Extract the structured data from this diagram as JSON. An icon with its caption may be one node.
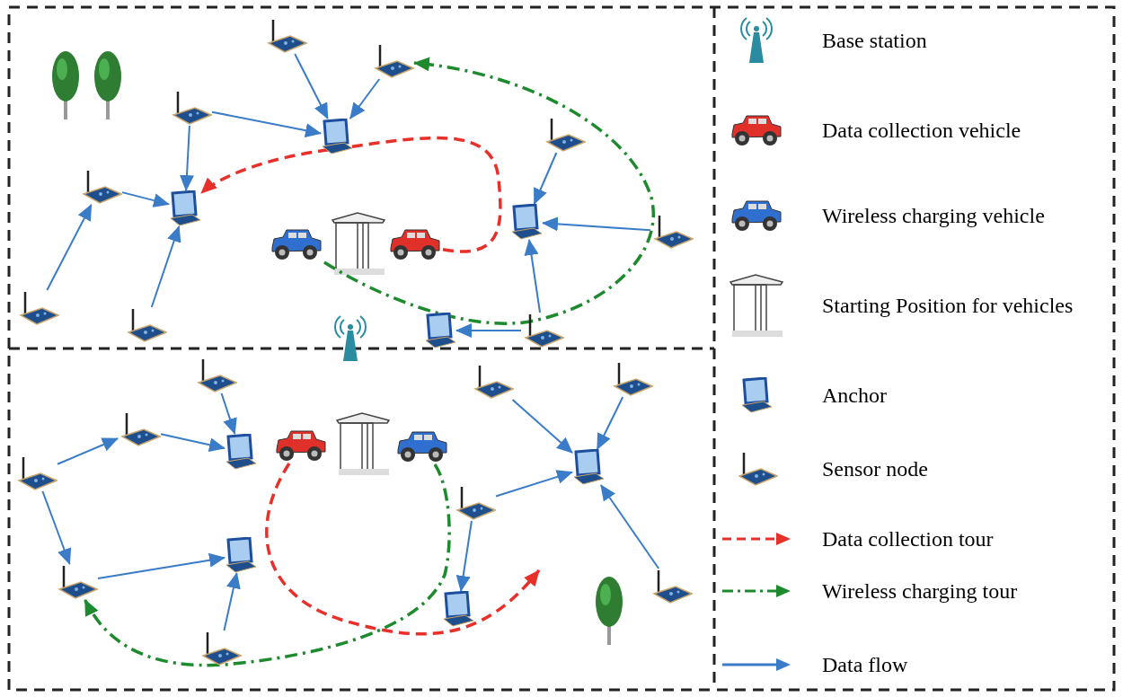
{
  "diagram": {
    "nodes": [
      {
        "text": [],
        "shape": "picture"
      },
      {
        "text": [],
        "shape": "picture"
      },
      {
        "text": [],
        "shape": "picture"
      },
      {
        "text": [],
        "shape": "laptop"
      },
      {
        "text": [],
        "shape": "picture"
      },
      {
        "text": [],
        "shape": "laptop"
      },
      {
        "text": [],
        "shape": "picture"
      },
      {
        "text": [],
        "shape": "picture"
      },
      {
        "text": [],
        "shape": "picture"
      },
      {
        "text": [],
        "shape": "laptop"
      },
      {
        "text": [],
        "shape": "picture"
      },
      {
        "text": [],
        "shape": "picture"
      },
      {
        "text": [],
        "shape": "laptop"
      },
      {
        "text": [],
        "shape": "picture"
      },
      {
        "text": [],
        "shape": "picture"
      },
      {
        "text": [],
        "shape": "picture"
      },
      {
        "text": [],
        "shape": "picture"
      },
      {
        "text": [],
        "shape": "laptop"
      },
      {
        "text": [],
        "shape": "picture"
      },
      {
        "text": [],
        "shape": "picture"
      },
      {
        "text": [],
        "shape": "laptop"
      },
      {
        "text": [],
        "shape": "picture"
      },
      {
        "text": [],
        "shape": "picture"
      },
      {
        "text": [],
        "shape": "picture"
      },
      {
        "text": [],
        "shape": "picture"
      },
      {
        "text": [],
        "shape": "picture"
      },
      {
        "text": [],
        "shape": "laptop"
      },
      {
        "text": [],
        "shape": "picture"
      },
      {
        "text": [],
        "shape": "picture"
      },
      {
        "text": [],
        "shape": "laptop"
      }
    ],
    "edges": [
      {
        "from": 0,
        "to": 3,
        "arrow": "to"
      },
      {
        "from": 1,
        "to": 3,
        "arrow": "to"
      },
      {
        "from": 2,
        "to": 3,
        "arrow": "to"
      },
      {
        "from": 2,
        "to": 5,
        "arrow": "to"
      },
      {
        "from": 4,
        "to": 5,
        "arrow": "to"
      },
      {
        "from": 6,
        "to": 4,
        "arrow": "to"
      },
      {
        "from": 7,
        "to": 5,
        "arrow": "to"
      },
      {
        "from": 8,
        "to": 9,
        "arrow": "to"
      },
      {
        "from": 10,
        "to": 9,
        "arrow": "to"
      },
      {
        "from": 11,
        "to": 9,
        "arrow": "to"
      },
      {
        "from": 11,
        "to": 12,
        "arrow": "to"
      },
      {
        "from": 15,
        "to": 17,
        "arrow": "to"
      },
      {
        "from": 16,
        "to": 17,
        "arrow": "to"
      },
      {
        "from": 18,
        "to": 16,
        "arrow": "to"
      },
      {
        "from": 18,
        "to": 19,
        "arrow": "to"
      },
      {
        "from": 19,
        "to": 20,
        "arrow": "to"
      },
      {
        "from": 21,
        "to": 20,
        "arrow": "to"
      },
      {
        "from": 24,
        "to": 26,
        "arrow": "to"
      },
      {
        "from": 25,
        "to": 26,
        "arrow": "to"
      },
      {
        "from": 27,
        "to": 26,
        "arrow": "to"
      },
      {
        "from": 28,
        "to": 26,
        "arrow": "to"
      },
      {
        "from": 27,
        "to": 29,
        "arrow": "to"
      },
      {
        "from": 14,
        "to": 5,
        "arrow": "to",
        "style": "dashed",
        "color": "#e8302a"
      },
      {
        "from": 13,
        "to": 1,
        "arrow": "to",
        "style": "dashed",
        "color": "#1e8a2e"
      },
      {
        "from": 22,
        "to": null,
        "arrow": "to",
        "style": "dashed",
        "color": "#e8302a"
      },
      {
        "from": 23,
        "to": 19,
        "arrow": "to",
        "style": "dashed",
        "color": "#1e8a2e"
      }
    ],
    "legend": [
      {
        "text": "Base station"
      },
      {
        "text": "Data collection vehicle"
      },
      {
        "text": "Wireless charging vehicle"
      },
      {
        "text": "Starting Position for vehicles"
      },
      {
        "text": "Anchor"
      },
      {
        "text": "Sensor node"
      },
      {
        "text": "Data collection tour"
      },
      {
        "text": "Wireless charging tour"
      },
      {
        "text": "Data flow"
      }
    ]
  }
}
